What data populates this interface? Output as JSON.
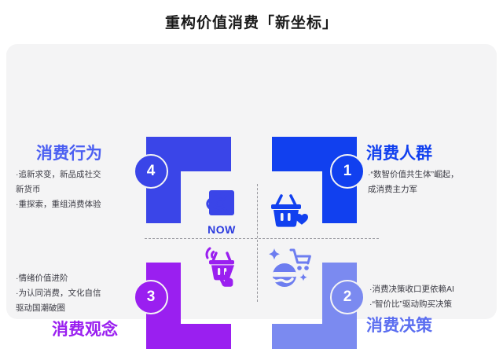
{
  "page": {
    "title": "重构价值消费「新坐标」",
    "background": "#ffffff",
    "card_background": "#f4f4f5"
  },
  "quadrants": {
    "q1": {
      "badge": "1",
      "badge_color": "#1140ef",
      "heading": "消费人群",
      "heading_color": "#1140ef",
      "bullets": [
        "·“数智价值共生体”崛起，\n   成消费主力军"
      ],
      "icon": "shopping-basket-heart-icon",
      "shape_color": "#1140ef"
    },
    "q2": {
      "badge": "2",
      "badge_color": "#7b8af0",
      "heading": "消费决策",
      "heading_color": "#5b6ef0",
      "bullets": [
        "·消费决策收口更依赖AI",
        "·“智价比”驱动购买决策"
      ],
      "icon": "ai-shopping-cart-sparkle-icon",
      "shape_color": "#7b8af0"
    },
    "q3": {
      "badge": "3",
      "badge_color": "#9a1ff0",
      "heading": "消费观念",
      "heading_color": "#9a1ff0",
      "bullets": [
        "·情绪价值进阶",
        "·为认同消费，文化自信\n  驱动国潮破圈"
      ],
      "icon": "basket-tap-signal-icon",
      "shape_color": "#9a1ff0"
    },
    "q4": {
      "badge": "4",
      "badge_color": "#3a45e8",
      "heading": "消费行为",
      "heading_color": "#4b5ff2",
      "bullets": [
        "·追新求变，新品成社交\n新货币",
        "·重探索，重组消费体验"
      ],
      "icon": "now-logo-icon",
      "icon_label": "NOW",
      "shape_color": "#3a45e8"
    }
  }
}
